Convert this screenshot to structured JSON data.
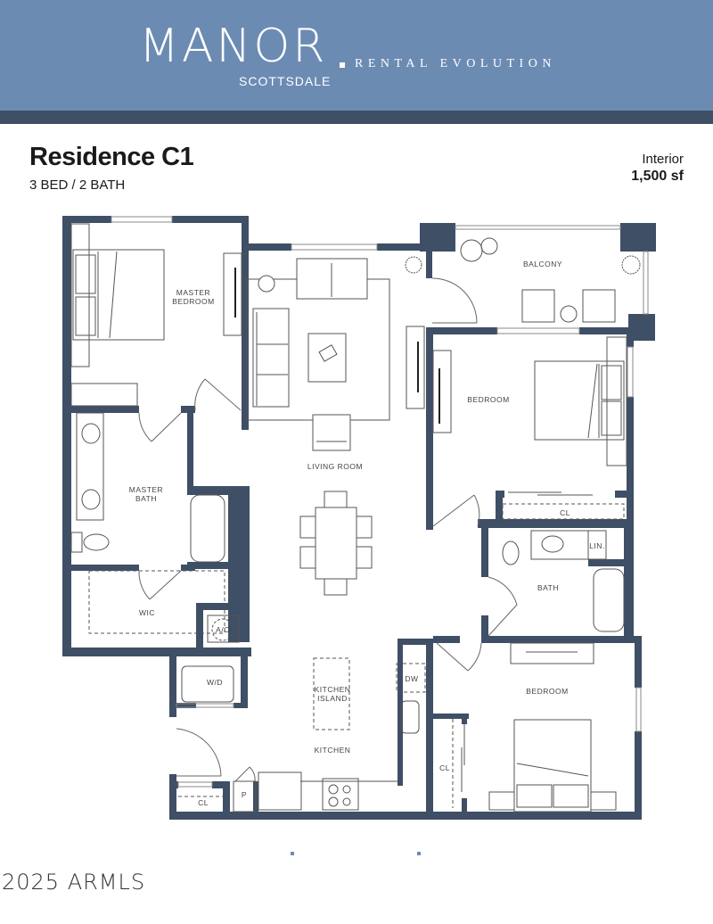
{
  "header": {
    "brand": "MANOR",
    "location": "SCOTTSDALE",
    "tagline": "RENTAL EVOLUTION",
    "colors": {
      "header_bg": "#6c8bb3",
      "header_bar": "#3e4f66",
      "wall": "#3e4f66"
    }
  },
  "residence": {
    "name": "Residence C1",
    "beds_baths": "3 BED / 2 BATH",
    "interior_label": "Interior",
    "interior_area": "1,500 sf"
  },
  "rooms": {
    "master_bedroom": "MASTER",
    "master_bedroom_2": "BEDROOM",
    "master_bath": "MASTER",
    "master_bath_2": "BATH",
    "wic": "WIC",
    "ac": "A/C",
    "wd": "W/D",
    "living_room": "LIVING ROOM",
    "balcony": "BALCONY",
    "bedroom_2": "BEDROOM",
    "closet_2": "CL",
    "bath": "BATH",
    "linen": "LIN.",
    "kitchen_island": "KITCHEN",
    "kitchen_island_2": "ISLAND",
    "kitchen": "KITCHEN",
    "dishwasher": "DW",
    "pantry": "P",
    "closet_entry": "CL",
    "bedroom_3": "BEDROOM",
    "closet_3": "CL"
  },
  "footer": {
    "copyright": "2025 ARMLS"
  }
}
